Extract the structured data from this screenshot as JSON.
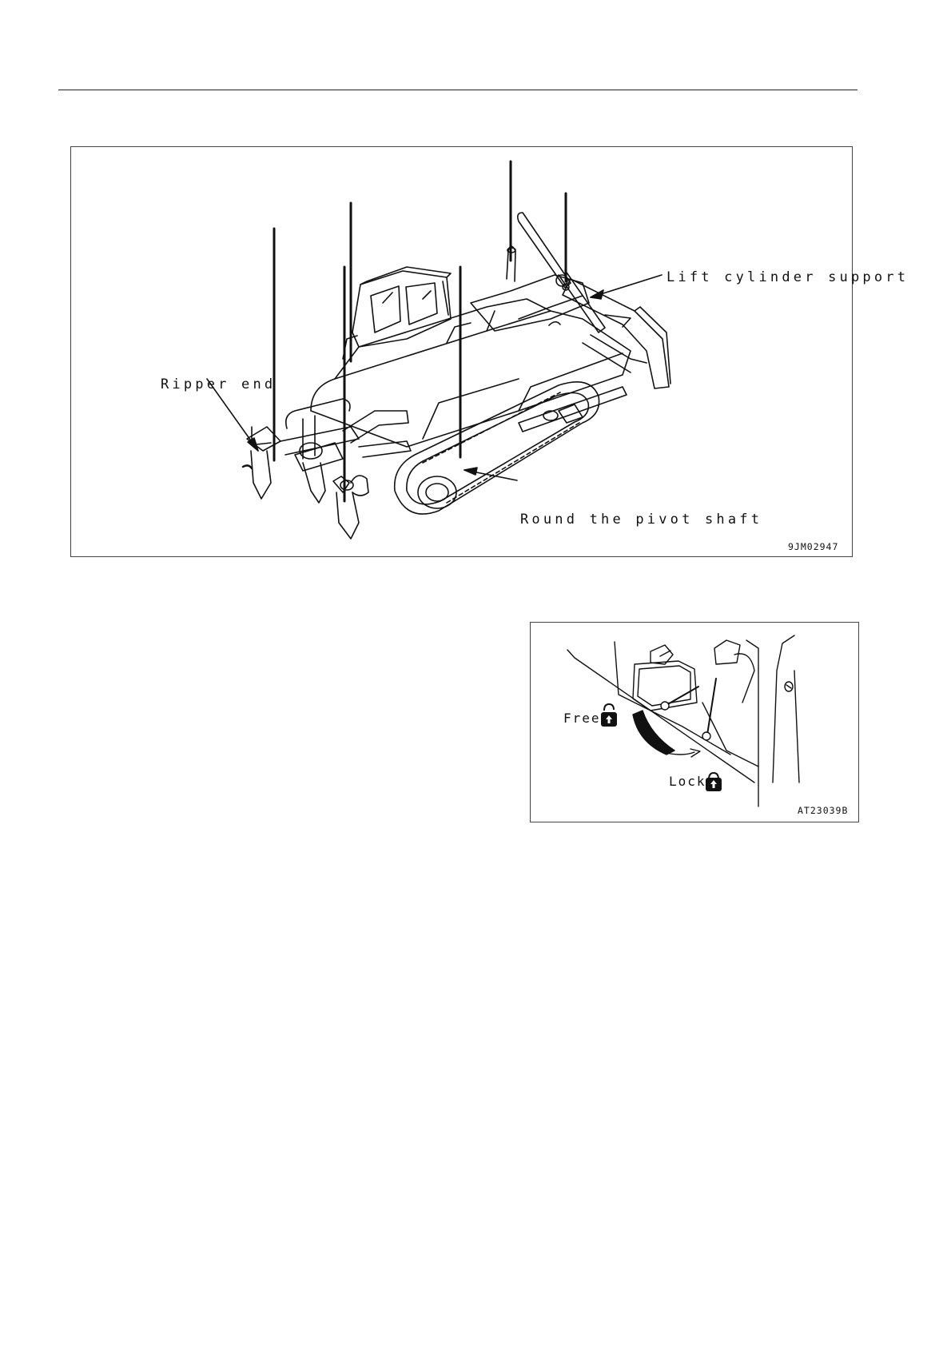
{
  "figure1": {
    "callouts": {
      "lift_cylinder": "Lift cylinder support",
      "ripper_end": "Ripper end",
      "pivot_shaft": "Round the pivot shaft"
    },
    "figure_code": "9JM02947"
  },
  "figure2": {
    "free_label": "Free",
    "lock_label": "Lock",
    "figure_code": "AT23039B"
  }
}
